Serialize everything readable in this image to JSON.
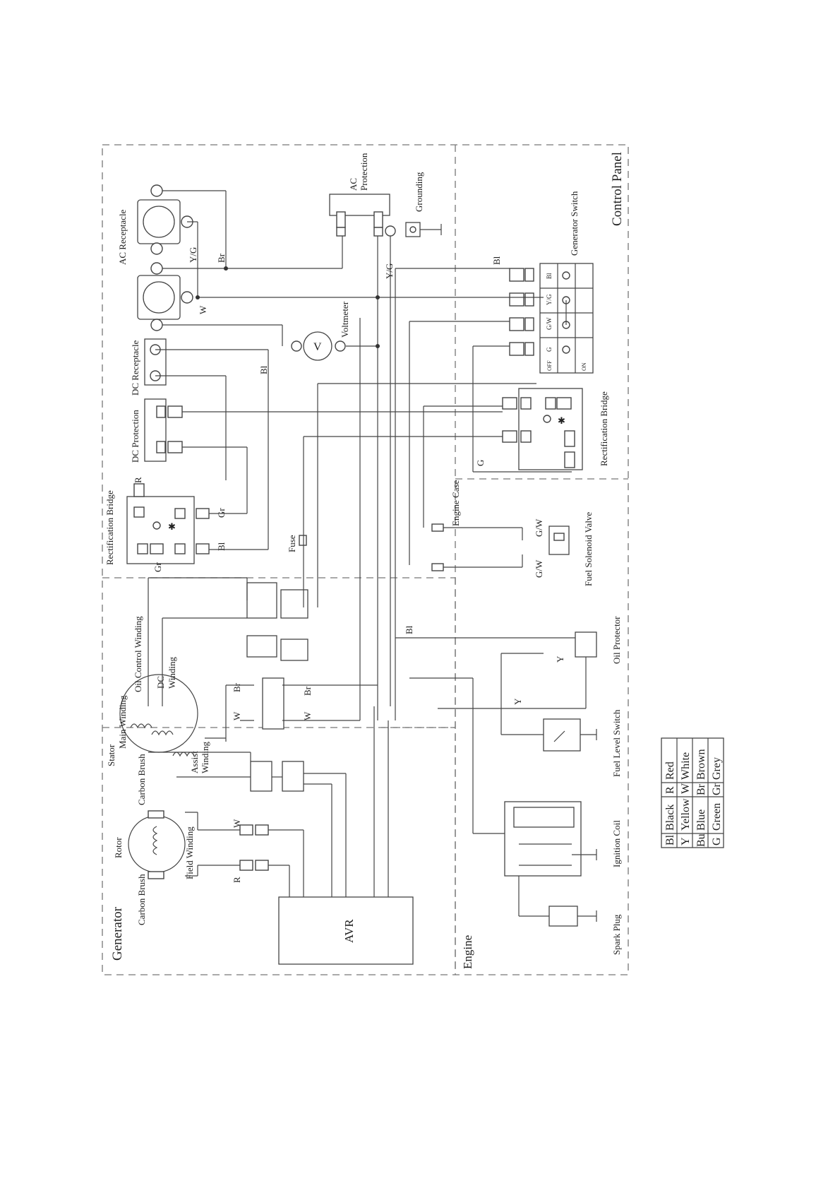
{
  "sections": {
    "control_panel": "Control Panel",
    "generator": "Generator",
    "engine": "Engine"
  },
  "components": {
    "ac_receptacle": "AC Receptacle",
    "ac_protection_1": "AC",
    "ac_protection_2": "Protection",
    "grounding": "Grounding",
    "generator_switch": "Generator  Switch",
    "voltmeter": "Voltmeter",
    "voltmeter_symbol": "V",
    "dc_receptacle": "DC Receptacle",
    "dc_protection": "DC Protection",
    "rect_bridge_panel": "Rectification Bridge",
    "rect_bridge_gen": "Rectification Bridge",
    "engine_case": "Engine Case",
    "fuel_solenoid_valve": "Fuel Solenoid Valve",
    "oil_protector": "Oil Protector",
    "fuel_level_switch": "Fuel Level Switch",
    "ignition_coil": "Ignition Coil",
    "spark_plug": "Spark Plug",
    "fuse": "Fuse",
    "oil_control_winding": "Oil Control Winding",
    "dc_winding_1": "DC",
    "dc_winding_2": "Winding",
    "main_winding": "Main Winding",
    "stator": "Stator",
    "carbon_brush_neg": "Carbon Brush",
    "carbon_brush_pos": "Carbon Brush",
    "assist_winding_1": "Assist",
    "assist_winding_2": "Winding",
    "rotor": "Rotor",
    "field_winding": "Field Winding",
    "avr": "AVR"
  },
  "wire_labels": {
    "yg_1": "Y/G",
    "br_1": "Br",
    "w_1": "W",
    "bl_1": "Bl",
    "yg_2": "Y/G",
    "bl_2": "Bl",
    "g_1": "G",
    "gr_1": "Gr",
    "bl_3": "Bl",
    "gr_2": "Gr",
    "r_1": "R",
    "gw_1": "G/W",
    "gw_2": "G/W",
    "bl_4": "Bl",
    "y_1": "Y",
    "y_2": "Y",
    "br_2": "Br",
    "br_3": "Br",
    "w_2": "W",
    "w_3": "W",
    "w_4": "W",
    "r_2": "R"
  },
  "switch_columns": [
    "Bl",
    "Y/G",
    "G/W",
    "G"
  ],
  "switch_states": [
    "OFF",
    "ON"
  ],
  "legend": [
    {
      "code": "Bl",
      "name": "Black",
      "code2": "R",
      "name2": "Red"
    },
    {
      "code": "Y",
      "name": "Yellow",
      "code2": "W",
      "name2": "White"
    },
    {
      "code": "Bu",
      "name": "Blue",
      "code2": "Br",
      "name2": "Brown"
    },
    {
      "code": "G",
      "name": "Green",
      "code2": "Gr",
      "name2": "Grey"
    }
  ]
}
